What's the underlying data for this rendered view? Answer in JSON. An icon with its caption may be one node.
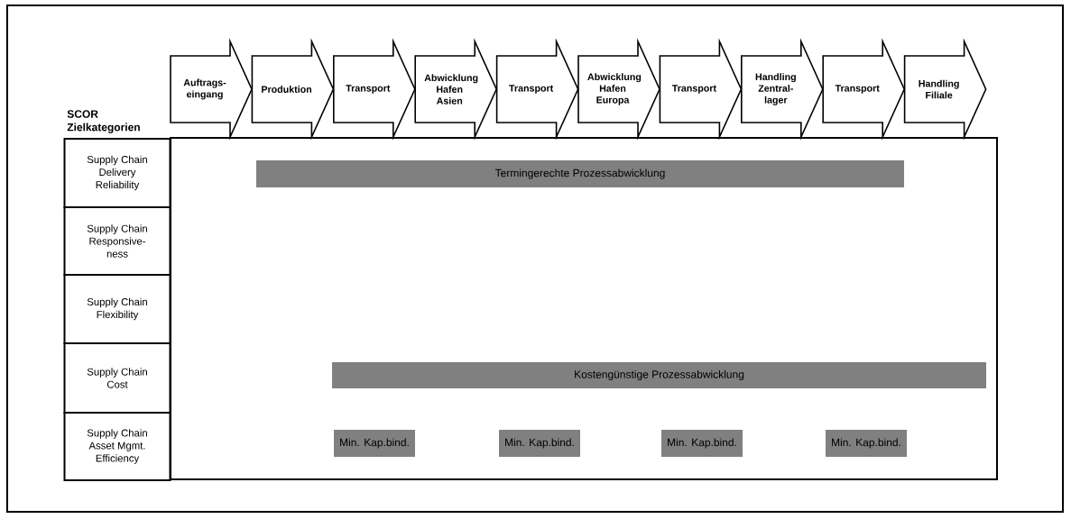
{
  "diagram": {
    "nodes": [
      {
        "text": [
          "Auftrags- eingang"
        ]
      },
      {
        "text": [
          "Produktion"
        ]
      },
      {
        "text": [
          "Transport"
        ]
      },
      {
        "text": [
          "Abwicklung Hafen Asien"
        ]
      },
      {
        "text": [
          "Transport"
        ]
      },
      {
        "text": [
          "Abwicklung Hafen Europa"
        ]
      },
      {
        "text": [
          "Transport"
        ]
      },
      {
        "text": [
          "Handling Zentral- lager"
        ]
      },
      {
        "text": [
          "Transport"
        ]
      },
      {
        "text": [
          "Handling Filiale"
        ]
      },
      {
        "text": [
          "Supply Chain Delivery Reliability"
        ]
      },
      {
        "text": [
          "Supply Chain Responsive- ness"
        ]
      },
      {
        "text": [
          "Supply Chain Flexibility"
        ]
      },
      {
        "text": [
          "Supply Chain Cost"
        ]
      },
      {
        "text": [
          "Supply Chain Asset Mgmt. Efficiency"
        ]
      },
      {
        "text": [],
        "shape": "box"
      },
      {
        "text": [
          "Termingerechte Prozessabwicklung"
        ],
        "in": 15
      },
      {
        "text": [
          "Kostengünstige Prozessabwicklung"
        ],
        "in": 15
      },
      {
        "text": [
          "Min. Kap.bind."
        ],
        "in": 15
      },
      {
        "text": [
          "Min. Kap.bind."
        ],
        "in": 15
      },
      {
        "text": [
          "Min. Kap.bind."
        ],
        "in": 15
      },
      {
        "text": [
          "Min. Kap.bind."
        ],
        "in": 15
      }
    ],
    "labels": [
      "SCOR Zielkategorien"
    ]
  }
}
